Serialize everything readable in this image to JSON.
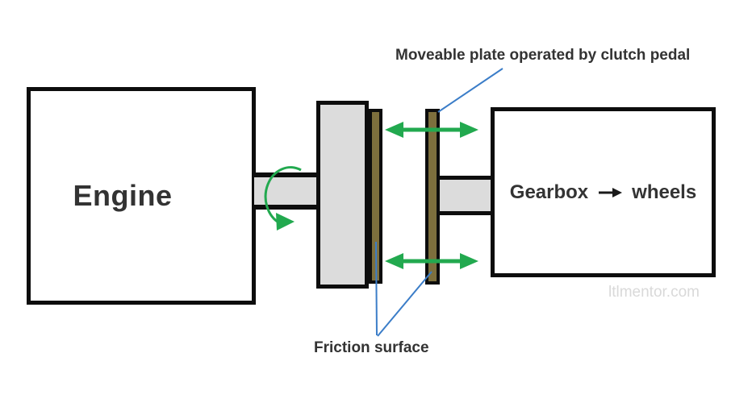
{
  "colors": {
    "green": "#22a94f",
    "brown": "#7d6f3d",
    "gray": "#dcdcdc",
    "outline": "#0d0d0d",
    "blue": "#3b7dc8",
    "text": "#333333",
    "watermark": "#d9d9d9"
  },
  "engine": {
    "label": "Engine"
  },
  "gearbox": {
    "label": "Gearbox",
    "wheels_label": "wheels"
  },
  "annotations": {
    "moveable_plate_label": "Moveable plate operated by clutch pedal",
    "friction_surface_label": "Friction surface",
    "watermark": "ltlmentor.com"
  }
}
